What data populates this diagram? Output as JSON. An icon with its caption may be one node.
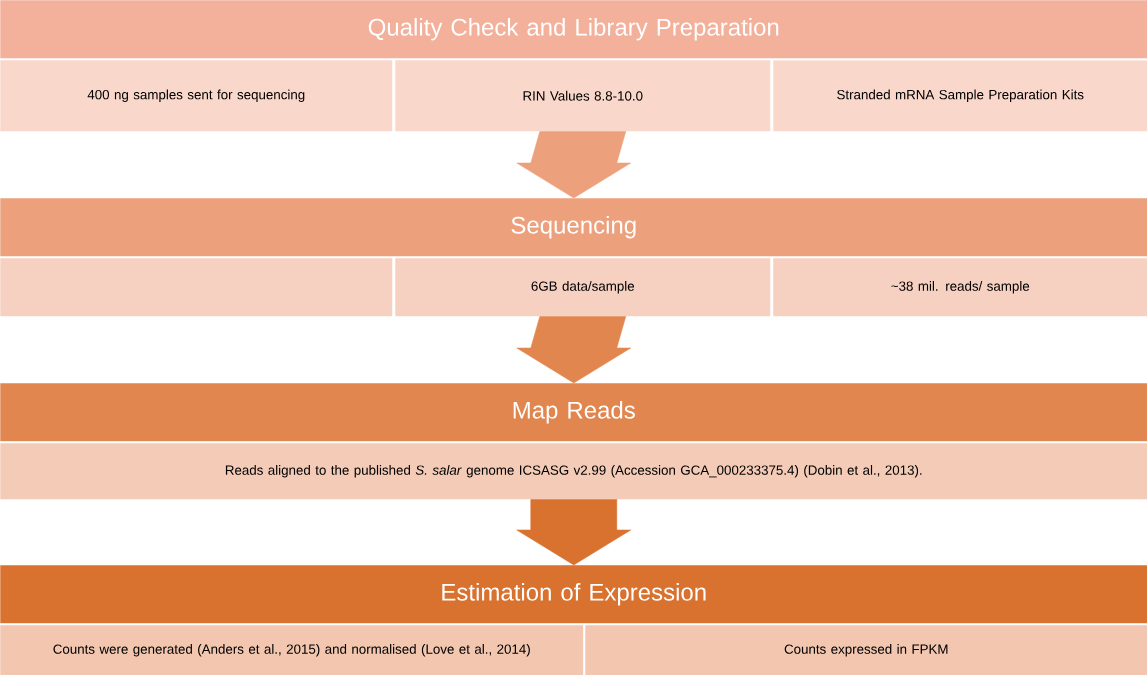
{
  "diagram": {
    "nodes": [
      {
        "text": [
          "Quality Check and Library Preparation"
        ]
      },
      {
        "text": [
          "400 ng samples sent for sequencing"
        ]
      },
      {
        "text": [
          "RIN Values 8.8-10.0"
        ]
      },
      {
        "text": [
          "Stranded mRNA Sample Preparation Kits"
        ]
      },
      {
        "text": [
          "Sequencing"
        ]
      },
      {
        "text": [],
        "shape": "box"
      },
      {
        "text": [
          "6GB data/sample"
        ]
      },
      {
        "text": [
          "~38 mil. reads/ sample"
        ]
      },
      {
        "text": [
          "Map Reads"
        ]
      },
      {
        "text": [
          "Reads aligned to the published *S. salar* genome ICSASG v2.99 (Accession GCA_000233375.4) (Dobin et al., 2013)."
        ]
      },
      {
        "text": [
          "Estimation of Expression"
        ]
      },
      {
        "text": [
          "Counts were generated (Anders et al., 2015) and normalised (Love et al., 2014)"
        ]
      },
      {
        "text": [
          "Counts expressed in FPKM"
        ]
      }
    ],
    "edges": [
      {
        "from": 2,
        "to": 4,
        "arrow": "to"
      },
      {
        "from": 6,
        "to": 8,
        "arrow": "to"
      },
      {
        "from": 9,
        "to": 10,
        "arrow": "to"
      }
    ]
  }
}
